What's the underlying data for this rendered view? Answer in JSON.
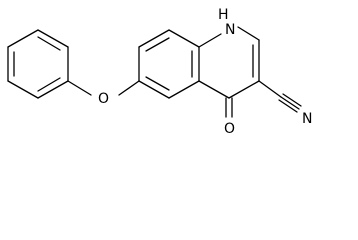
{
  "molecule": {
    "atoms": {
      "nh": "N",
      "nh_h": "H",
      "oxygen_ether": "O",
      "oxygen_carbonyl": "O",
      "nitrile_n": "N"
    },
    "colors": {
      "bond": "#000000",
      "label": "#000000",
      "background": "#ffffff"
    }
  }
}
